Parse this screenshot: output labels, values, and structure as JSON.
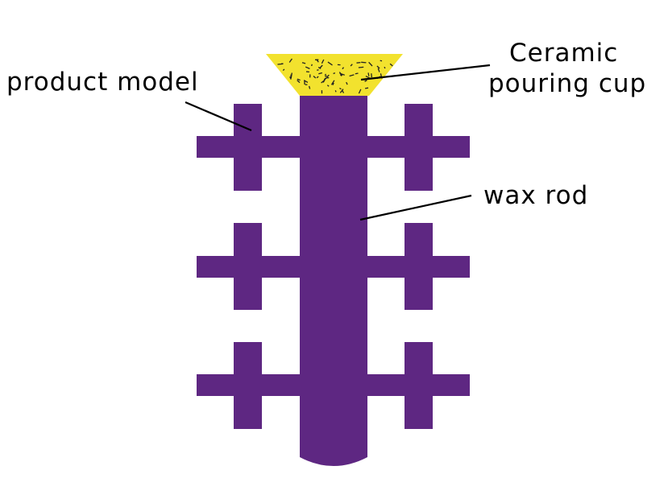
{
  "labels": {
    "product_model": "product model",
    "pouring_cup_line1": "Ceramic",
    "pouring_cup_line2": "pouring cup",
    "wax_rod": "wax rod"
  },
  "colors": {
    "wax": "#5e2782",
    "cup_fill": "#f2e22e",
    "speckle": "#222222",
    "leader": "#000000",
    "background": "#ffffff"
  }
}
